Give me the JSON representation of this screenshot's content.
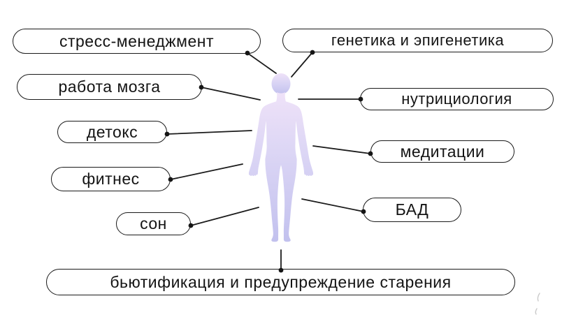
{
  "diagram": {
    "center": {
      "figure": "human-silhouette"
    },
    "nodes": [
      {
        "id": "stress-management",
        "label": "стресс-менеджмент"
      },
      {
        "id": "genetics-epigenetics",
        "label": "генетика и эпигенетика"
      },
      {
        "id": "brain-function",
        "label": "работа мозга"
      },
      {
        "id": "nutrition",
        "label": "нутрициология"
      },
      {
        "id": "detox",
        "label": "детокс"
      },
      {
        "id": "meditation",
        "label": "медитации"
      },
      {
        "id": "fitness",
        "label": "фитнес"
      },
      {
        "id": "supplements",
        "label": "БАД"
      },
      {
        "id": "sleep",
        "label": "сон"
      },
      {
        "id": "beautification",
        "label": "бьютификация и предупреждение старения"
      }
    ]
  },
  "colors": {
    "background": "#ffffff",
    "pill_fill": "#ffffff",
    "pill_border": "#1a1a1a",
    "text": "#141414",
    "connector_line": "#1b1b1b",
    "connector_dot": "#151515",
    "figure_gradient_top": "#efe2f8",
    "figure_gradient_mid": "#dcd6f5",
    "figure_gradient_bottom": "#c2c1ee",
    "watermark": "#c9c9c9"
  }
}
